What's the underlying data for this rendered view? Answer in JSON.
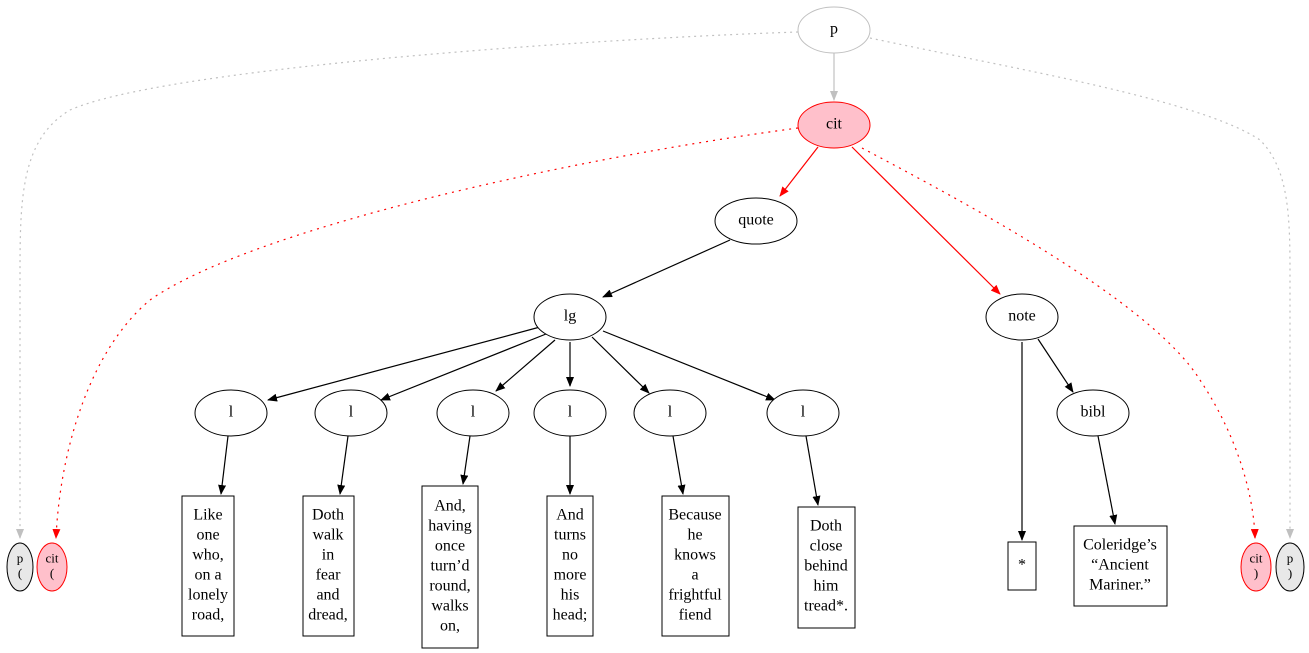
{
  "diagram": {
    "colors": {
      "black": "#000000",
      "gray": "#c0c0c0",
      "red": "#ff0000",
      "pink_fill": "#ffc0cb",
      "gray_fill": "#e8e8e8"
    },
    "nodes": {
      "p": "p",
      "cit": "cit",
      "quote": "quote",
      "lg": "lg",
      "l1": "l",
      "l2": "l",
      "l3": "l",
      "l4": "l",
      "l5": "l",
      "l6": "l",
      "note": "note",
      "bibl": "bibl",
      "p_open": "p\n(",
      "cit_open": "cit\n(",
      "cit_close": "cit\n)",
      "p_close": "p\n)",
      "t1": "Like\none\nwho,\non a\nlonely\nroad,",
      "t2": "Doth\nwalk\nin\nfear\nand\ndread,",
      "t3": "And,\nhaving\nonce\nturn’d\nround,\nwalks\non,",
      "t4": "And\nturns\nno\nmore\nhis\nhead;",
      "t5": "Because\nhe\nknows\na\nfrightful\nfiend",
      "t6": "Doth\nclose\nbehind\nhim\ntread*.",
      "t7": "*",
      "t8": "Coleridge’s\n“Ancient\nMariner.”"
    }
  }
}
